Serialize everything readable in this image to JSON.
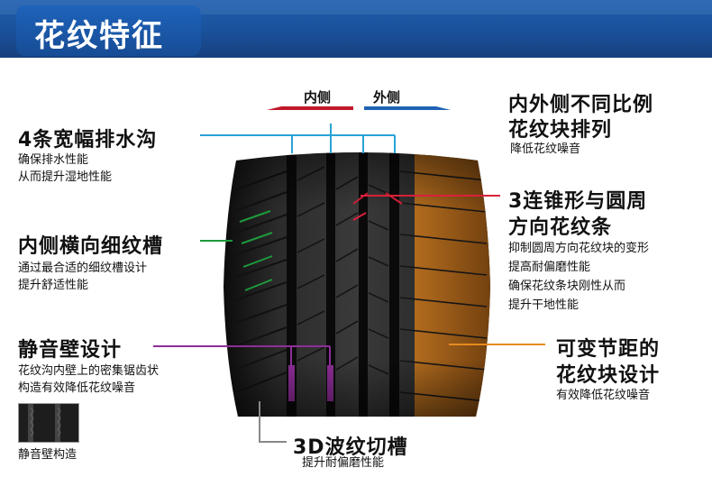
{
  "banner": {
    "title": "花纹特征"
  },
  "direction": {
    "inner": "内侧",
    "outer": "外侧"
  },
  "features": {
    "drain": {
      "title": "4条宽幅排水沟",
      "lines": [
        "确保排水性能",
        "从而提升湿地性能"
      ]
    },
    "lateral": {
      "title": "内侧横向细纹槽",
      "lines": [
        "通过最合适的细纹槽设计",
        "提升舒适性能"
      ]
    },
    "silent": {
      "title": "静音壁设计",
      "lines": [
        "花纹沟内壁上的密集锯齿状",
        "构造有效降低花纹噪音"
      ],
      "swatch_caption": "静音壁构造"
    },
    "sipe": {
      "title": "3D波纹切槽",
      "lines": [
        "提升耐偏磨性能"
      ]
    },
    "inout": {
      "title_lines": [
        "内外侧不同比例",
        "花纹块排列"
      ],
      "lines": [
        "降低花纹噪音"
      ]
    },
    "cone": {
      "title_lines": [
        "3连锥形与圆周",
        "方向花纹条"
      ],
      "lines": [
        "抑制圆周方向花纹块的变形",
        "提高耐偏磨性能",
        "确保花纹条块刚性从而",
        "提升干地性能"
      ]
    },
    "pitch": {
      "title_lines": [
        "可变节距的",
        "花纹块设计"
      ],
      "lines": [
        "有效降低花纹噪音"
      ]
    }
  },
  "colors": {
    "banner": "#1a4f98",
    "inner_arrow": "#c0182a",
    "outer_arrow": "#1f63b5",
    "drain_line": "#2aa3d6",
    "lateral_line": "#1e9a3c",
    "silent_line": "#8e2d98",
    "sipe_line": "#888888",
    "cone_line": "#d8213a",
    "pitch_line": "#e58a1f"
  }
}
